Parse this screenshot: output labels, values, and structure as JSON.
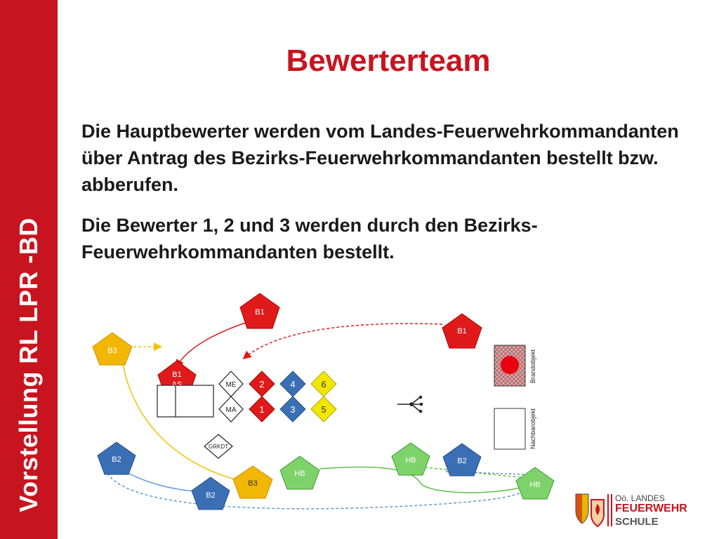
{
  "slide": {
    "title": "Bewerterteam",
    "sidebar_title": "Vorstellung RL LPR -BD",
    "paragraphs": [
      "Die Hauptbewerter werden vom Landes-Feuerwehrkommandanten über Antrag des Bezirks-Feuerwehrkommandanten bestellt bzw. abberufen.",
      "Die Bewerter 1, 2 und 3 werden durch den Bezirks-Feuerwehrkommandanten bestellt."
    ]
  },
  "diagram": {
    "labels": {
      "b1_top": "B1",
      "b1_right": "B1",
      "b1_as_line1": "B1",
      "b1_as_line2": "AS",
      "b3_left": "B3",
      "b3_bottom": "B3",
      "b2_left": "B2",
      "b2_bottom": "B2",
      "b2_right": "B2",
      "hb_center": "HB",
      "hb_right1": "HB",
      "hb_right2": "HB",
      "me": "ME",
      "ma": "MA",
      "grkdt": "GRKDT",
      "n2": "2",
      "n4": "4",
      "n6": "6",
      "n1": "1",
      "n3": "3",
      "n5": "5",
      "brandobjekt": "Brandobjekt",
      "nachbarobjekt": "Nachbarobjekt"
    },
    "colors": {
      "red": "#e01a1a",
      "blue": "#3a6fb5",
      "yellow": "#f2c200",
      "green": "#5cc24a",
      "dark": "#222222"
    }
  },
  "logo": {
    "line1": "Oö. LANDES",
    "line2": "FEUERWEHR",
    "line3": "SCHULE"
  }
}
